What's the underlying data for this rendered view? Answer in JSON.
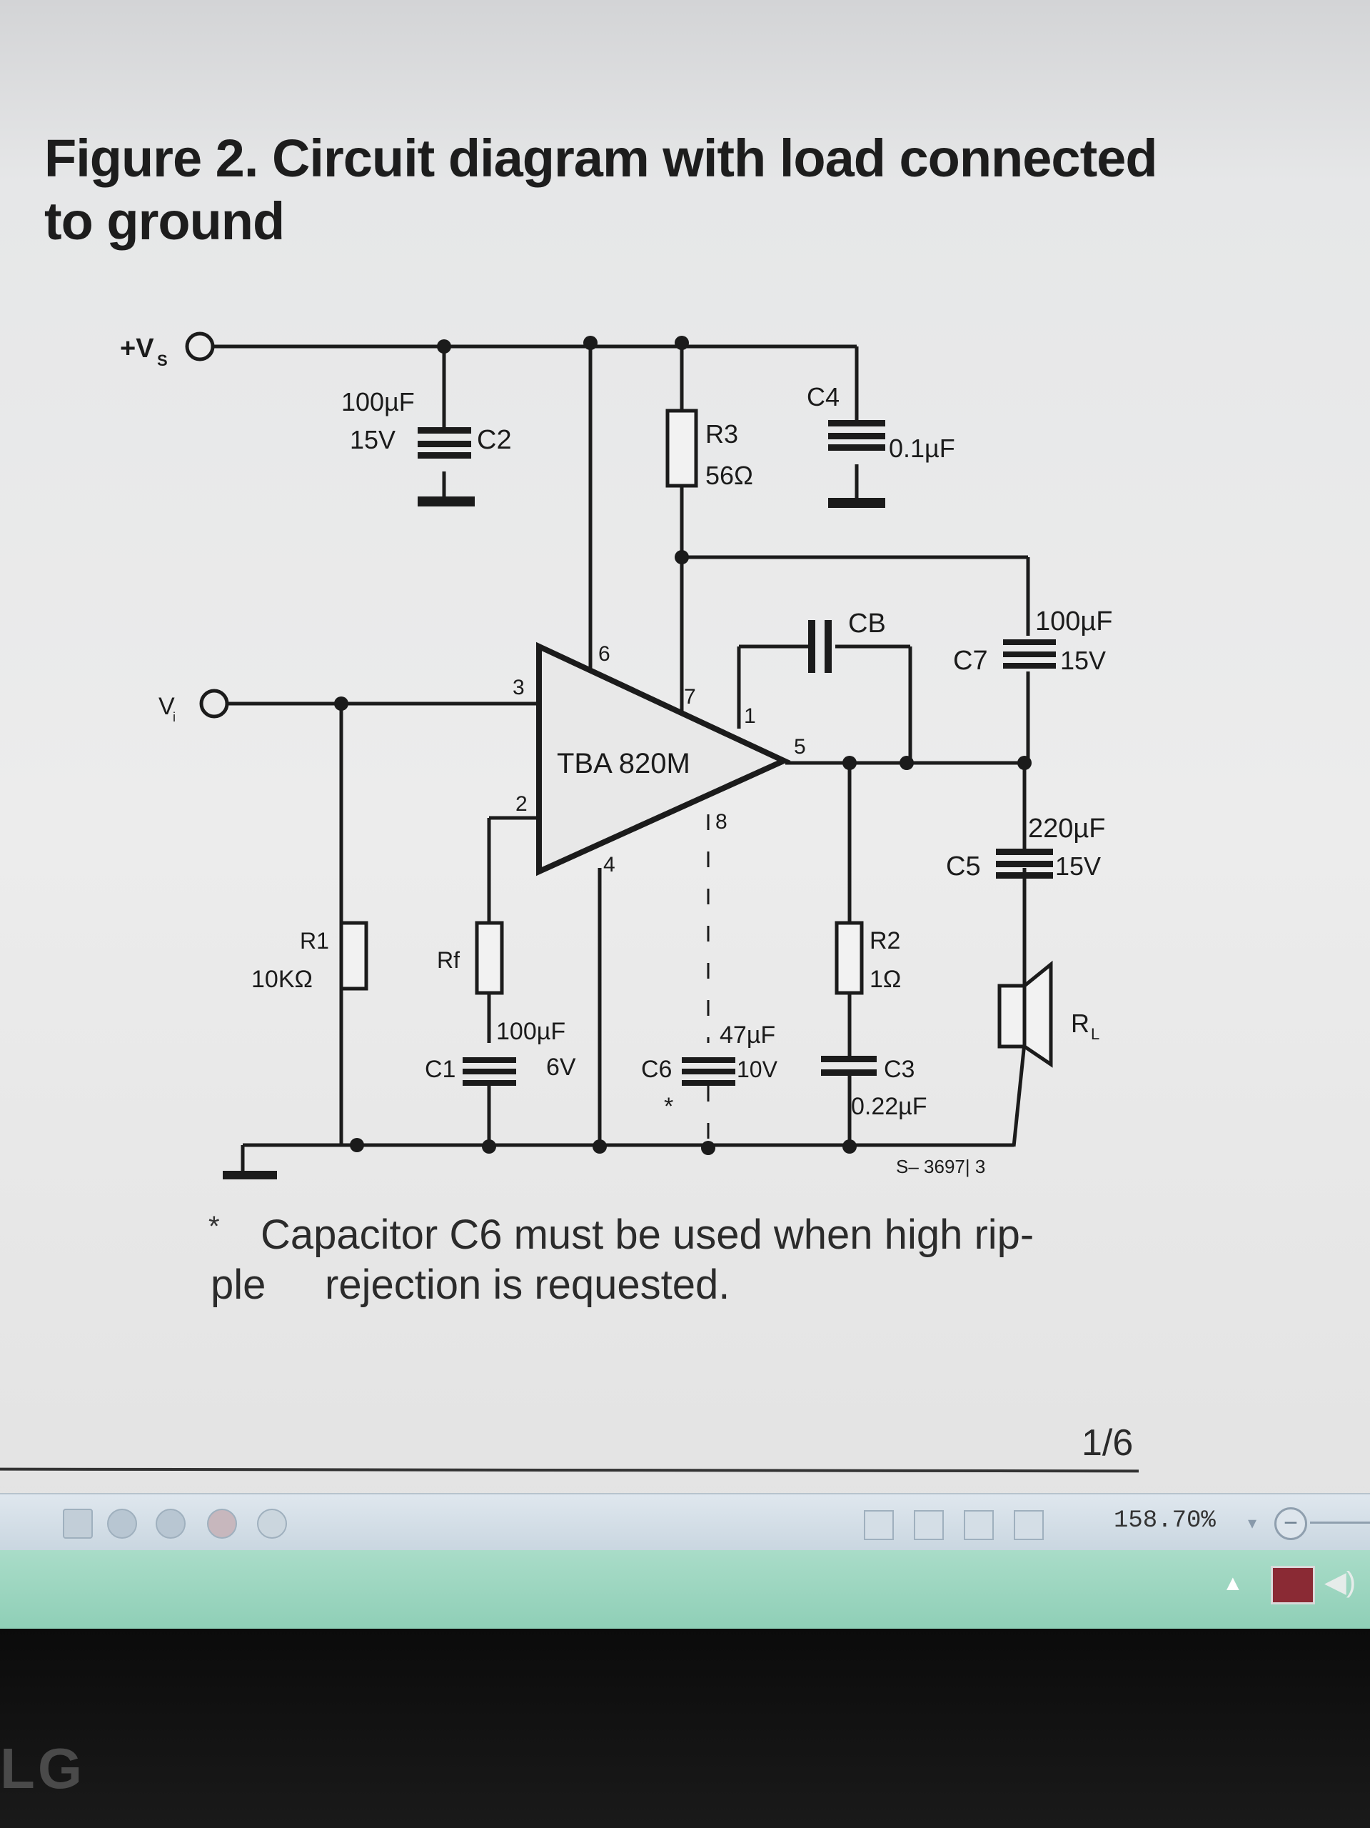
{
  "document": {
    "title_line1": "Figure 2. Circuit diagram with load connected",
    "title_line2": "to ground",
    "footnote_star": "*",
    "footnote_line1": "Capacitor C6 must be used when high rip-",
    "footnote_line2a": "ple",
    "footnote_line2b": "rejection is requested."
  },
  "circuit": {
    "supply_label": "+V",
    "supply_sub": "S",
    "input_label": "V",
    "input_sub": "i",
    "ic_label": "TBA 820M",
    "pins": [
      "3",
      "2",
      "6",
      "7",
      "1",
      "5",
      "8",
      "4"
    ],
    "c2": {
      "name": "C2",
      "value": "100µF",
      "voltage": "15V"
    },
    "r3": {
      "name": "R3",
      "value": "56Ω"
    },
    "c4": {
      "name": "C4",
      "value": "0.1µF"
    },
    "cb": {
      "name": "CB"
    },
    "c7": {
      "name": "C7",
      "value": "100µF",
      "voltage": "15V"
    },
    "c5": {
      "name": "C5",
      "value": "220µF",
      "voltage": "15V"
    },
    "r1": {
      "name": "R1",
      "value": "10KΩ"
    },
    "rf": {
      "name": "Rf"
    },
    "c1": {
      "name": "C1",
      "value": "100µF",
      "voltage": "6V"
    },
    "c6": {
      "name": "C6",
      "value": "47µF",
      "voltage": "10V",
      "mark": "*"
    },
    "r2": {
      "name": "R2",
      "value": "1Ω"
    },
    "c3": {
      "name": "C3",
      "value": "0.22µF"
    },
    "rl": {
      "name": "R",
      "sub": "L"
    },
    "drawing_code": "S– 3697| 3"
  },
  "viewer": {
    "page_counter": "1/6",
    "zoom_level": "158.70%",
    "zoom_out_symbol": "−",
    "dropdown_symbol": "▾",
    "tray_arrow": "▲",
    "volume_symbol": "◀)"
  },
  "monitor": {
    "brand": "LG"
  }
}
